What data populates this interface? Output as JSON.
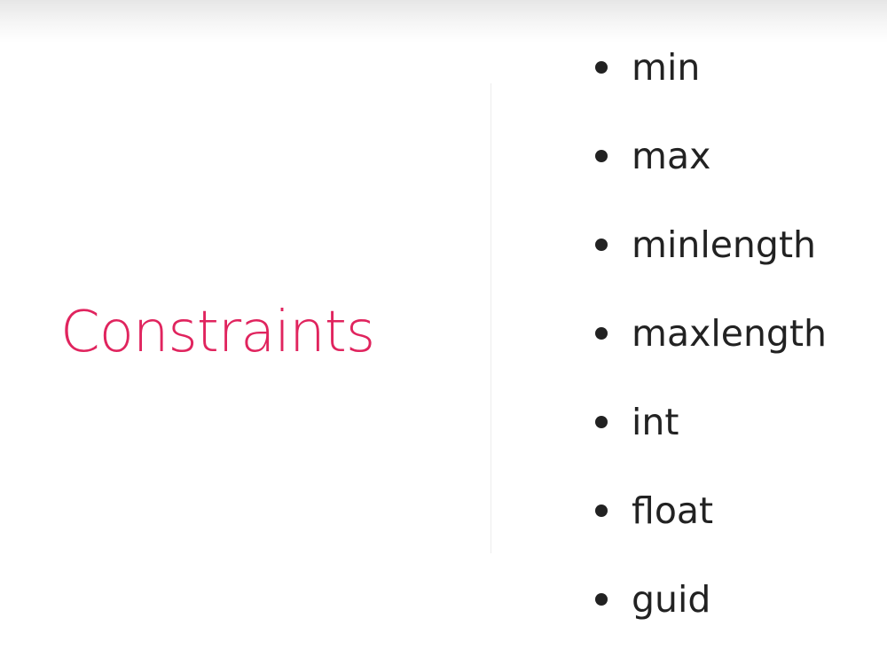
{
  "slide": {
    "title": "Constraints",
    "accent_color": "#e0245e",
    "text_color": "#222222",
    "items": [
      {
        "label": "min"
      },
      {
        "label": "max"
      },
      {
        "label": "minlength"
      },
      {
        "label": "maxlength"
      },
      {
        "label": "int"
      },
      {
        "label": "float"
      },
      {
        "label": "guid"
      }
    ]
  }
}
